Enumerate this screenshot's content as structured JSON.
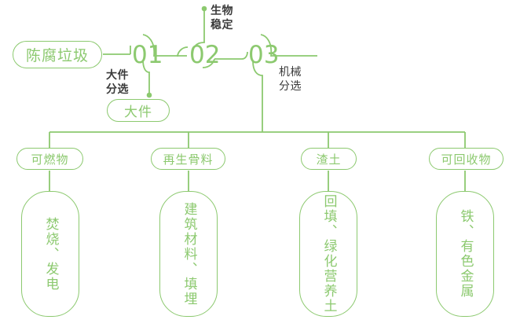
{
  "diagram": {
    "title_root": "陈腐垃圾",
    "accent_color": "#8cc96f",
    "caption_color": "#3a3a3a",
    "stages": [
      {
        "num": "01",
        "caption": "大件\n分选"
      },
      {
        "num": "02",
        "caption": "生物\n稳定"
      },
      {
        "num": "03",
        "caption": "机械\n分选"
      }
    ],
    "bulky_output": "大件",
    "outputs": [
      {
        "label": "可燃物",
        "detail": "焚烧、发电"
      },
      {
        "label": "再生骨料",
        "detail": "建筑材料、填埋"
      },
      {
        "label": "渣土",
        "detail": "回填、绿化营养土"
      },
      {
        "label": "可回收物",
        "detail": "铁、有色金属"
      }
    ]
  }
}
